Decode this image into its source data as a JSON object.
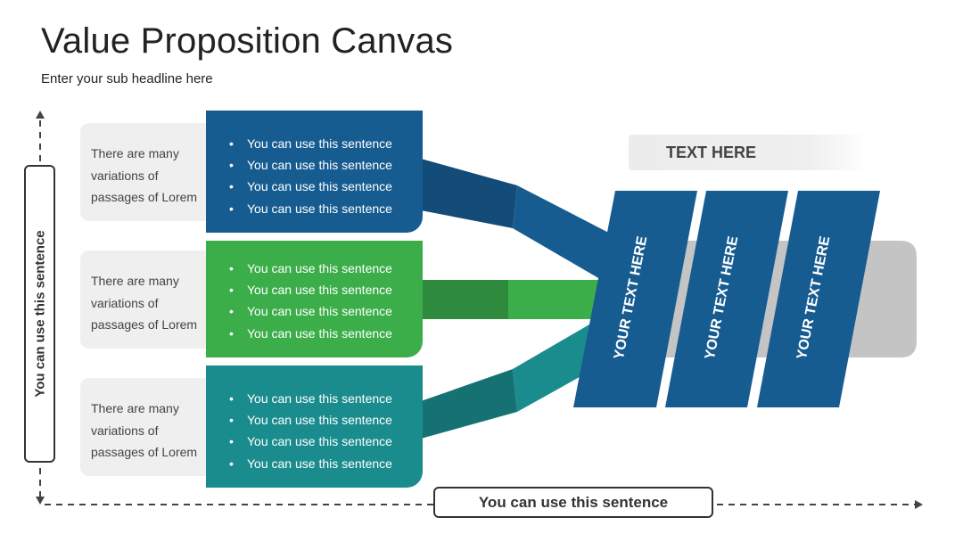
{
  "header": {
    "title": "Value Proposition Canvas",
    "subtitle": "Enter your sub headline here"
  },
  "rows": [
    {
      "description": "There are many variations of passages of Lorem",
      "bullets": [
        "You can use this sentence",
        "You can use this sentence",
        "You can use this sentence",
        "You can use this sentence"
      ],
      "color": "#175c91"
    },
    {
      "description": "There are many variations of passages of Lorem",
      "bullets": [
        "You can use this sentence",
        "You can use this sentence",
        "You can use this sentence",
        "You can use this sentence"
      ],
      "color": "#3bae4a"
    },
    {
      "description": "There are many variations of passages of Lorem",
      "bullets": [
        "You can use this sentence",
        "You can use this sentence",
        "You can use this sentence",
        "You can use this sentence"
      ],
      "color": "#1b8c8e"
    }
  ],
  "pill_label": "TEXT HERE",
  "bars": [
    {
      "label": "YOUR TEXT HERE"
    },
    {
      "label": "YOUR TEXT HERE"
    },
    {
      "label": "YOUR TEXT HERE"
    }
  ],
  "axes": {
    "vertical_label": "You can use this sentence",
    "horizontal_label": "You can use this sentence"
  },
  "colors": {
    "blue": "#175c91",
    "blue_dark": "#134c78",
    "green": "#3bae4a",
    "green_dark": "#2e8b3d",
    "teal": "#1b8c8e",
    "teal_dark": "#167172",
    "grey_bar": "#c4c4c4"
  }
}
